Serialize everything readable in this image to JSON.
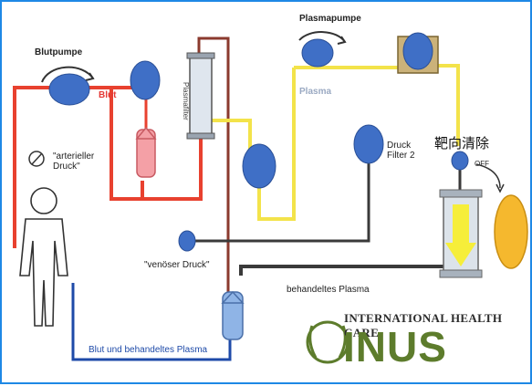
{
  "labels": {
    "blood_pump": "Blutpumpe",
    "blood": "Blut",
    "arterial_pressure": "\"arterieller\nDruck\"",
    "plasma_pump": "Plasmapumpe",
    "plasma": "Plasma",
    "plasma_filter": "Plasmafilter",
    "pressure_filter2": "Druck\nFilter 2",
    "target_clear": "靶向清除",
    "off": "OFF",
    "venous_pressure": "\"venöser Druck\"",
    "treated_plasma": "behandeltes Plasma",
    "blood_and_treated_plasma": "Blut und behandeltes Plasma",
    "brand_line": "INTERNATIONAL HEALTH CARE",
    "brand_big": "INUS"
  },
  "colors": {
    "blood_line": "#e8412f",
    "plasma_line": "#f3e34a",
    "return_line": "#1e4aa8",
    "dark_line": "#3a3a3a",
    "dot": "#3f6fc6",
    "orange_bag": "#f5b82e",
    "logo_green": "#5d7c2c",
    "frame": "#1e88e5"
  }
}
